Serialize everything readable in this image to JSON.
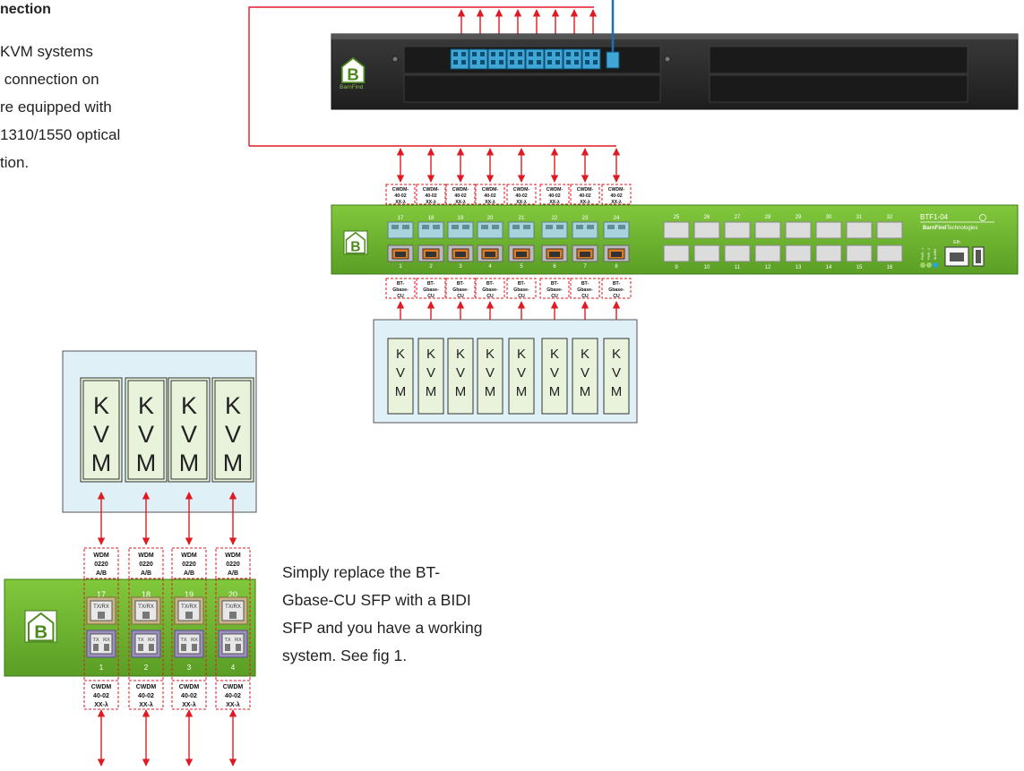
{
  "text": {
    "heading": "nection",
    "intro": "KVM systems\n connection on\nre equipped with\n1310/1550 optical\ntion.",
    "note": "Simply replace the BT-\nGbase-CU SFP with a BIDI\nSFP and you have a working\nsystem. See fig 1."
  },
  "brand": {
    "logo_letter": "B",
    "chassis_brand": "BarnFind",
    "model": "BTF1-04",
    "company_bold": "BarnFind",
    "company_rest": "Technologies",
    "eth_label": "Eth",
    "led_labels": [
      "PWR - 1",
      "PWR - 2",
      "ALARM"
    ]
  },
  "top_switch": {
    "ports_top": [
      "17",
      "18",
      "19",
      "20",
      "21",
      "22",
      "23",
      "24",
      "25",
      "26",
      "27",
      "28",
      "29",
      "30",
      "31",
      "32"
    ],
    "ports_bottom": [
      "1",
      "2",
      "3",
      "4",
      "5",
      "6",
      "7",
      "8",
      "9",
      "10",
      "11",
      "12",
      "13",
      "14",
      "15",
      "16"
    ],
    "sfp_top_label": [
      "CWDM-",
      "40-02",
      "XX-λ"
    ],
    "sfp_bottom_label": [
      "BT-",
      "Gbase-",
      "CU"
    ]
  },
  "kvm_top": {
    "count": 8,
    "letters": [
      "K",
      "V",
      "M"
    ]
  },
  "kvm_bottom": {
    "count": 4,
    "letters": [
      "K",
      "V",
      "M"
    ]
  },
  "bottom_switch": {
    "ports_top": [
      "17",
      "18",
      "19",
      "20"
    ],
    "ports_bottom": [
      "1",
      "2",
      "3",
      "4"
    ],
    "wdm_label": [
      "WDM",
      "0220",
      "A/B"
    ],
    "cwdm_label": [
      "CWDM",
      "40-02",
      "XX-λ"
    ],
    "bidi_top": "TX/RX",
    "bidi_tx": "TX",
    "bidi_rx": "RX"
  },
  "colors": {
    "arrow": "#e01a22",
    "switch_green": "#6bb42d",
    "kvm_box": "#dff0f6",
    "kvm_card": "#e9f3dc",
    "fiber_blue": "#1a6fb5",
    "lc_blue": "#3fa6d6",
    "chassis": "#2b2b2b"
  }
}
